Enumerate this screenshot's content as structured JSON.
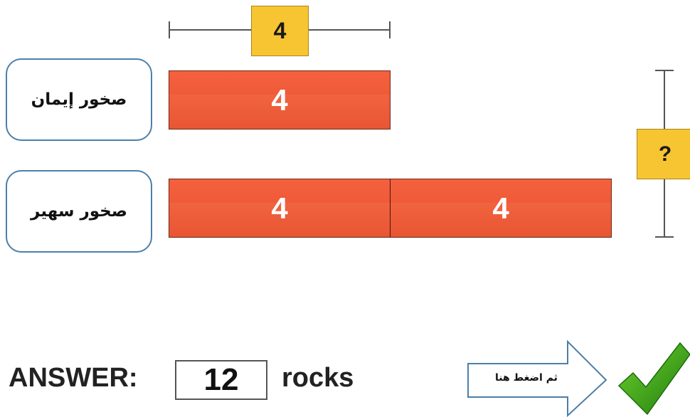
{
  "top_measure": {
    "value": "4"
  },
  "rows": [
    {
      "label": "صخور إيمان",
      "segments": [
        "4"
      ]
    },
    {
      "label": "صخور سهير",
      "segments": [
        "4",
        "4"
      ]
    }
  ],
  "side_measure": {
    "value": "?"
  },
  "answer": {
    "label": "ANSWER:",
    "value": "12",
    "unit": "rocks"
  },
  "submit": {
    "arrow_text": "ثم اضغط هنا",
    "icon": "checkmark-icon"
  },
  "colors": {
    "bar": "#ef5a38",
    "yellow": "#f7c531",
    "label_border": "#4d7fa8",
    "check_green": "#3aa017"
  }
}
